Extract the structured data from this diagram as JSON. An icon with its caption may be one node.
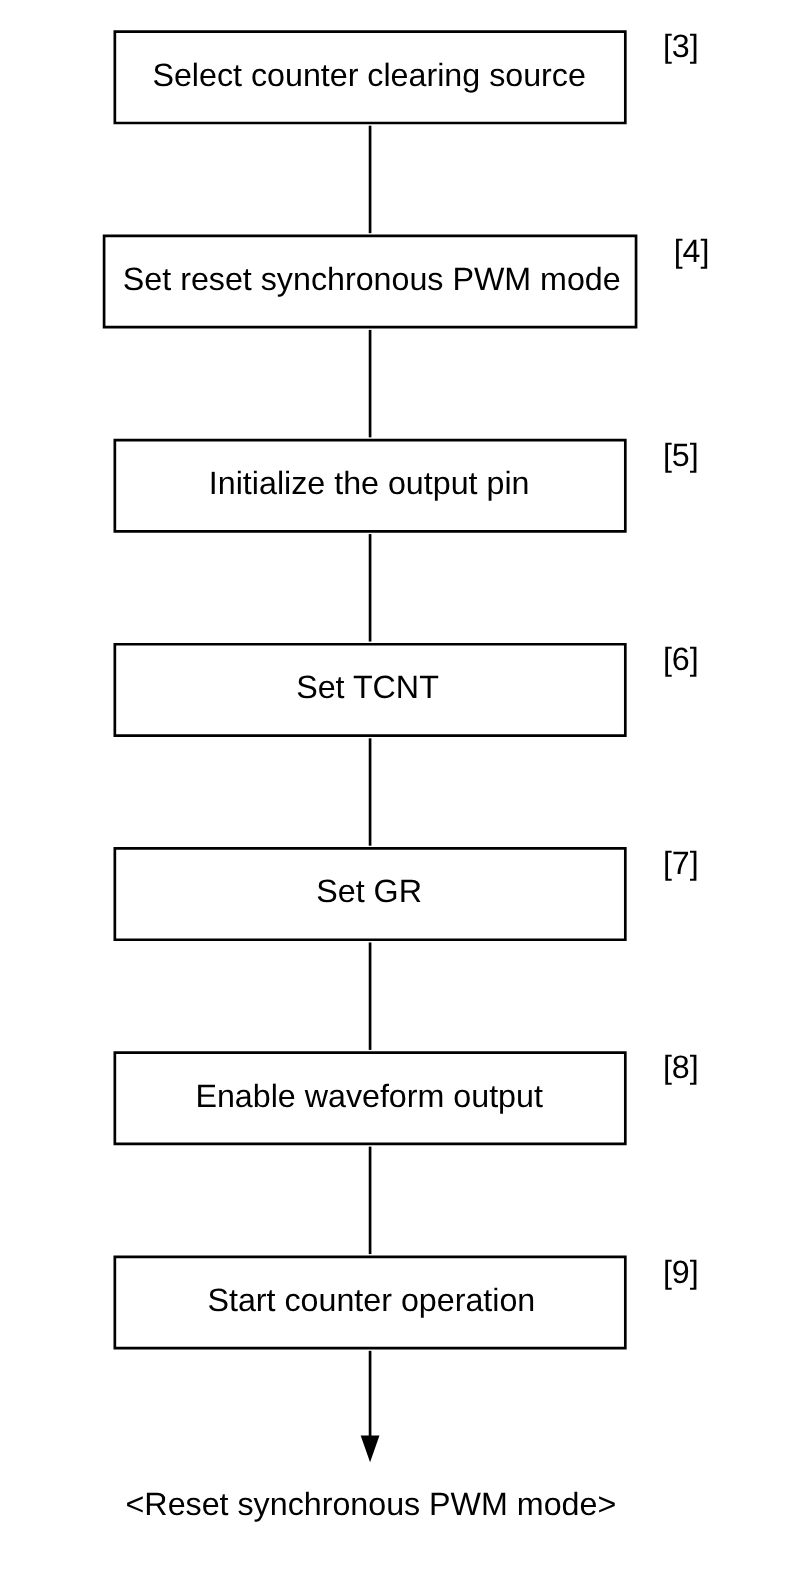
{
  "diagram": {
    "nodes": [
      {
        "text": [
          "Select counter clearing source"
        ],
        "beside": [
          "[3]"
        ]
      },
      {
        "text": [
          "Set reset synchronous PWM mode"
        ],
        "beside": [
          "[4]"
        ]
      },
      {
        "text": [
          "Initialize the output pin"
        ],
        "beside": [
          "[5]"
        ]
      },
      {
        "text": [
          "Set TCNT"
        ],
        "beside": [
          "[6]"
        ]
      },
      {
        "text": [
          "Set GR"
        ],
        "beside": [
          "[7]"
        ]
      },
      {
        "text": [
          "Enable waveform output"
        ],
        "beside": [
          "[8]"
        ]
      },
      {
        "text": [
          "Start counter operation"
        ],
        "beside": [
          "[9]"
        ]
      },
      {
        "text": [
          "<Reset synchronous PWM mode>"
        ]
      }
    ],
    "edges": [
      {
        "from": 0,
        "to": 1,
        "arrow": "none"
      },
      {
        "from": 1,
        "to": 2,
        "arrow": "none"
      },
      {
        "from": 2,
        "to": 3,
        "arrow": "none"
      },
      {
        "from": 3,
        "to": 4,
        "arrow": "none"
      },
      {
        "from": 4,
        "to": 5,
        "arrow": "none"
      },
      {
        "from": 5,
        "to": 6,
        "arrow": "none"
      },
      {
        "from": 6,
        "to": 7,
        "arrow": "to"
      }
    ]
  }
}
